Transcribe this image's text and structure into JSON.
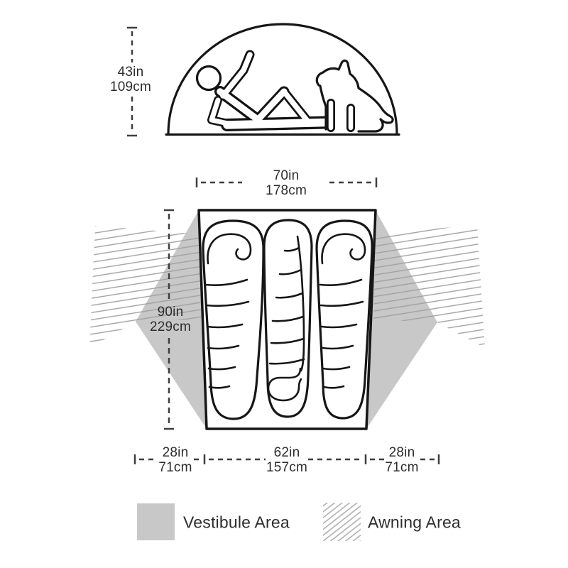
{
  "diagram": {
    "side_view": {
      "height": {
        "in": "43in",
        "cm": "109cm"
      }
    },
    "floor_plan": {
      "top_width": {
        "in": "70in",
        "cm": "178cm"
      },
      "length": {
        "in": "90in",
        "cm": "229cm"
      },
      "left_vestibule_depth": {
        "in": "28in",
        "cm": "71cm"
      },
      "bottom_width": {
        "in": "62in",
        "cm": "157cm"
      },
      "right_vestibule_depth": {
        "in": "28in",
        "cm": "71cm"
      }
    },
    "legend": {
      "vestibule_label": "Vestibule Area",
      "awning_label": "Awning Area"
    }
  },
  "colors": {
    "line": "#161616",
    "dim": "#3e3e3e",
    "text": "#2d2d2d",
    "vestibule_fill": "#c8c8c8",
    "awning_line": "#a0a0a0"
  }
}
